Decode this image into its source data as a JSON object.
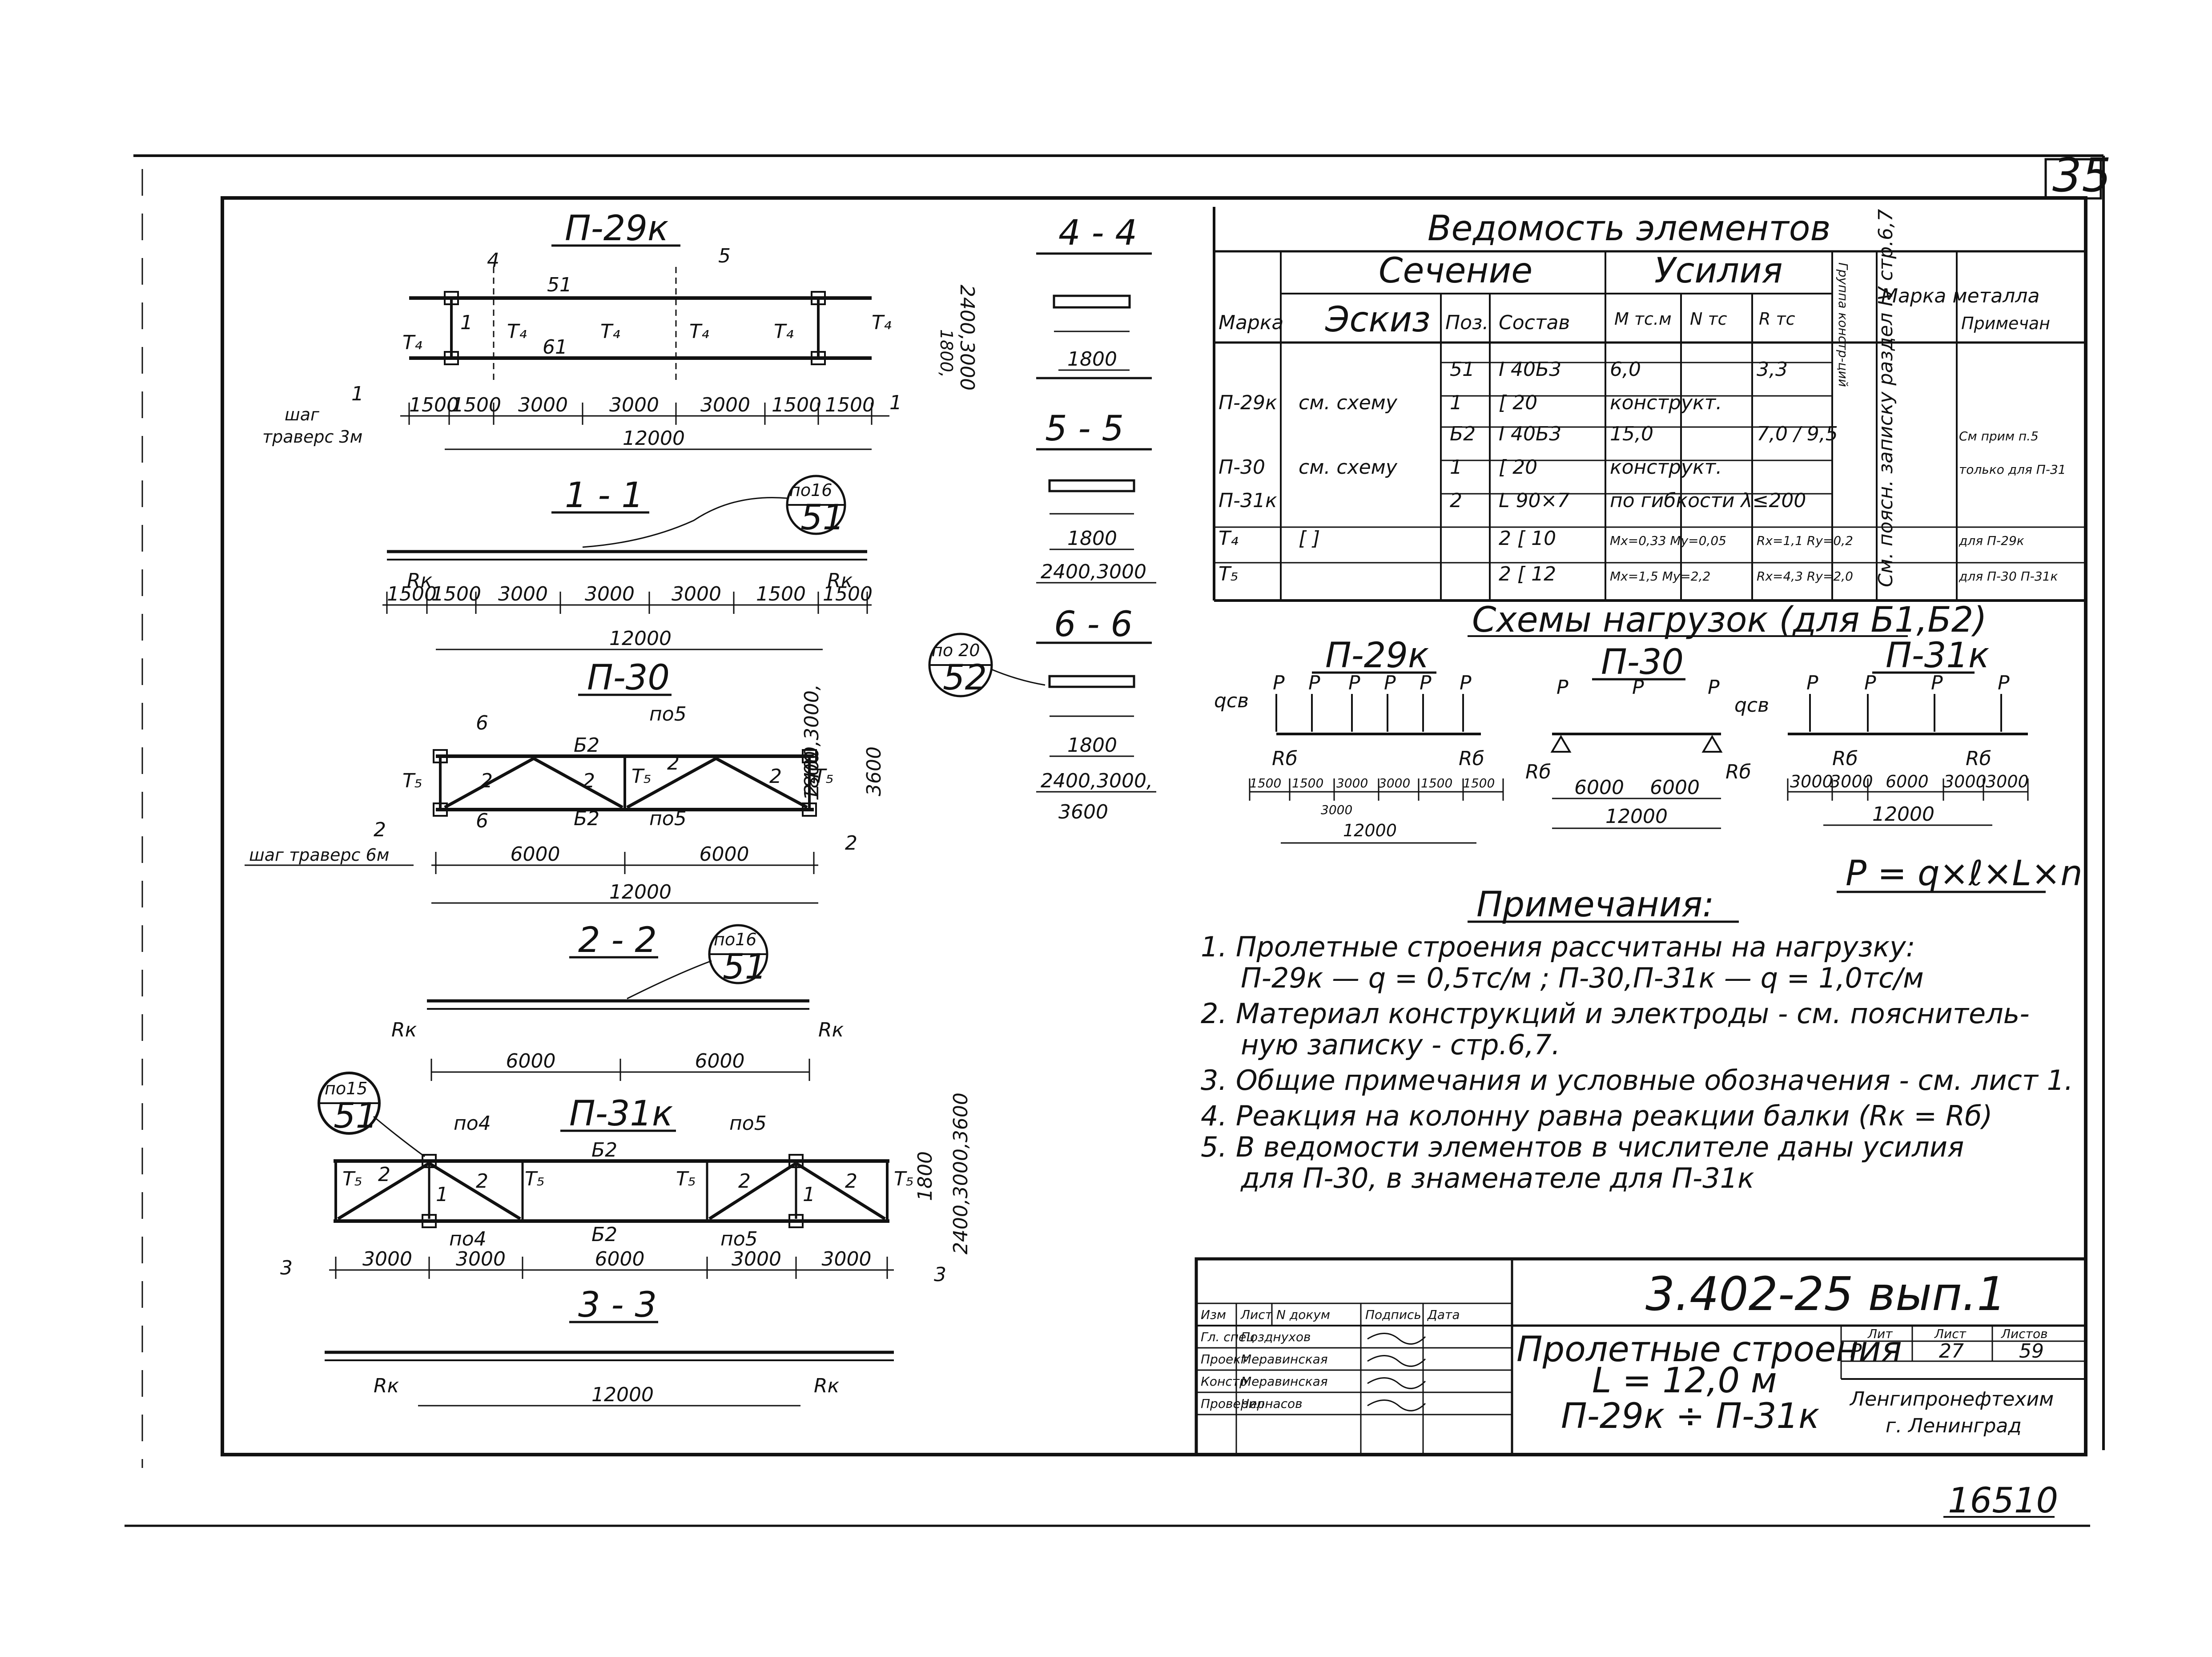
{
  "sheet": {
    "number": "35",
    "code": "3.402-25 вып.1",
    "stamp_code": "16510"
  },
  "drawings": {
    "p29k": {
      "title": "П-29к",
      "cut_a": "4",
      "cut_b": "5",
      "el_top": "51",
      "el_bot": "61",
      "t": "T₄",
      "t1": "1",
      "height": "1800,",
      "height2": "2400,3000",
      "step": "шаг",
      "step2": "траверс 3м",
      "dims": [
        "1500",
        "1500",
        "3000",
        "3000",
        "3000",
        "1500",
        "1500"
      ],
      "total": "12000",
      "sec": "1"
    },
    "s11": {
      "title": "1 - 1",
      "callout_top": "по16",
      "callout_bot": "51",
      "rk": "Rк",
      "dims": [
        "1500",
        "1500",
        "3000",
        "3000",
        "3000",
        "1500",
        "1500"
      ],
      "total": "12000"
    },
    "p30": {
      "title": "П-30",
      "cut": "6",
      "ref": "по5",
      "el_top": "Б2",
      "el_bot": "Б2",
      "t": "T₅",
      "d": "2",
      "h1": "1800",
      "h2": "2400,3000,",
      "h3": "3600",
      "step": "шаг траверс 6м",
      "dims": [
        "6000",
        "6000"
      ],
      "total": "12000",
      "sec": "2"
    },
    "s22": {
      "title": "2 - 2",
      "callout_top": "по16",
      "callout_bot": "51",
      "rk": "Rк",
      "dims": [
        "6000",
        "6000"
      ]
    },
    "p31k": {
      "title": "П-31к",
      "callout_top": "по15",
      "callout_bot": "51",
      "ref4": "по4",
      "ref5": "по5",
      "el": "Б2",
      "t": "T₅",
      "d": "2",
      "d1": "1",
      "h1": "1800",
      "h2": "2400,3000,3600",
      "dims": [
        "3000",
        "3000",
        "6000",
        "3000",
        "3000"
      ],
      "sec": "3"
    },
    "s33": {
      "title": "3 - 3",
      "rk": "Rк",
      "total": "12000"
    },
    "s44": {
      "title": "4 - 4",
      "dim": "1800"
    },
    "s55": {
      "title": "5 - 5",
      "dim1": "1800",
      "dim2": "2400,3000"
    },
    "s66": {
      "title": "6 - 6",
      "callout_top": "по 20",
      "callout_bot": "52",
      "dim1": "1800",
      "dim2": "2400,3000,",
      "dim3": "3600"
    }
  },
  "table": {
    "title": "Ведомость элементов",
    "h_section": "Сечение",
    "h_forces": "Усилия",
    "h_group": "Группа констр-ций",
    "h_steel": "Марка металла",
    "h_note": "Примечан",
    "h_mark": "Марка",
    "h_sketch": "Эскиз",
    "h_pos": "Поз.",
    "h_comp": "Состав",
    "h_m": "М тс.м",
    "h_n": "N тс",
    "h_r": "R тс",
    "rows": [
      {
        "mark": "",
        "sketch": "",
        "pos": "51",
        "comp": "I 40Б3",
        "m": "6,0",
        "n": "",
        "r": "3,3",
        "note": ""
      },
      {
        "mark": "П-29к",
        "sketch": "см. схему",
        "pos": "1",
        "comp": "[ 20",
        "m": "конструкт.",
        "n": "",
        "r": "",
        "note": ""
      },
      {
        "mark": "",
        "sketch": "",
        "pos": "Б2",
        "comp": "I 40Б3",
        "m": "15,0",
        "n": "",
        "r": "7,0 / 9,5",
        "note": "См прим п.5"
      },
      {
        "mark": "П-30",
        "sketch": "см. схему",
        "pos": "1",
        "comp": "[ 20",
        "m": "конструкт.",
        "n": "",
        "r": "",
        "note": "только для П-31"
      },
      {
        "mark": "П-31к",
        "sketch": "",
        "pos": "2",
        "comp": "L 90×7",
        "m": "по гибкости λ≤200",
        "n": "",
        "r": "",
        "note": ""
      },
      {
        "mark": "T₄",
        "sketch": "[ ]",
        "pos": "",
        "comp": "2 [ 10",
        "m": "Mx=0,33 My=0,05",
        "n": "",
        "r": "Rx=1,1 Ry=0,2",
        "note": "для П-29к"
      },
      {
        "mark": "T₅",
        "sketch": "",
        "pos": "",
        "comp": "2 [ 12",
        "m": "Mx=1,5 My=2,2",
        "n": "",
        "r": "Rx=4,3 Ry=2,0",
        "note": "для П-30 П-31к"
      }
    ],
    "group_note": "См. поясн. записку раздел IV стр.6,7"
  },
  "loads": {
    "title": "Схемы нагрузок (для Б1,Б2)",
    "p29k": {
      "title": "П-29к",
      "q": "qсв",
      "p": "P",
      "rb": "Rб",
      "dims": [
        "1500",
        "1500",
        "3000",
        "3000",
        "1500",
        "1500"
      ],
      "sub": "3000",
      "total": "12000"
    },
    "p30": {
      "title": "П-30",
      "q": "qсв",
      "p": "P",
      "rb": "Rб",
      "dims": [
        "6000",
        "6000"
      ],
      "total": "12000"
    },
    "p31k": {
      "title": "П-31к",
      "p": "P",
      "rb": "Rб",
      "dims": [
        "3000",
        "3000",
        "6000",
        "3000",
        "3000"
      ],
      "total": "12000"
    },
    "formula": "P = q×ℓ×L×n"
  },
  "notes": {
    "title": "Примечания:",
    "items": [
      "1. Пролетные строения рассчитаны на нагрузку:",
      "П-29к — q = 0,5тс/м ; П-30,П-31к — q = 1,0тс/м",
      "2. Материал конструкций и электроды - см. пояснитель-",
      "ную записку - стр.6,7.",
      "3. Общие примечания и условные обозначения - см. лист 1.",
      "4. Реакция на колонну равна реакции балки (Rк = Rб)",
      "5. В ведомости элементов в числителе даны усилия",
      "для П-30, в знаменателе для П-31к"
    ]
  },
  "title_block": {
    "hdr": [
      "Изм",
      "Лист",
      "N докум",
      "Подпись",
      "Дата"
    ],
    "roles": [
      {
        "role": "Гл. спец",
        "name": "Позднухов"
      },
      {
        "role": "Проект",
        "name": "Меравинская"
      },
      {
        "role": "Констр",
        "name": "Меравинская"
      },
      {
        "role": "Проверил",
        "name": "Чернасов"
      }
    ],
    "name1": "Пролетные строения",
    "name2": "L = 12,0 м",
    "name3": "П-29к ÷ П-31к",
    "stage_h": "Лит",
    "sheet_h": "Лист",
    "sheets_h": "Листов",
    "stage": "Р",
    "sheet_no": "27",
    "sheets": "59",
    "org1": "Ленгипронефтехим",
    "org2": "г. Ленинград"
  }
}
